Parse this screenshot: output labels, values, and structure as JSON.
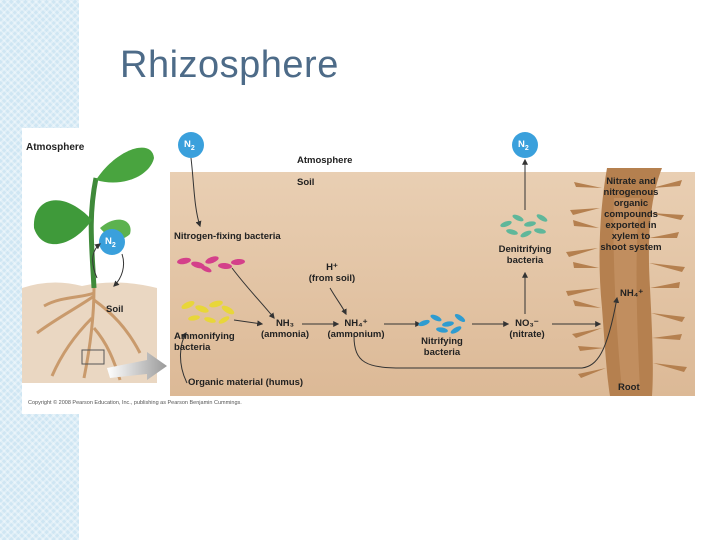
{
  "slide": {
    "title": "Rhizosphere"
  },
  "figure": {
    "small_panel": {
      "atmosphere": "Atmosphere",
      "n2": "N",
      "n2_sub": "2",
      "soil": "Soil"
    },
    "labels": {
      "n2_top": "N",
      "n2_top_sub": "2",
      "n2_right": "N",
      "n2_right_sub": "2",
      "atmosphere": "Atmosphere",
      "soil": "Soil",
      "nitrogen_fixing": "Nitrogen-fixing bacteria",
      "h_plus": "H⁺",
      "from_soil": "(from soil)",
      "ammonifying": "Ammonifying\nbacteria",
      "nh3": "NH₃",
      "ammonia": "(ammonia)",
      "nh4": "NH₄⁺",
      "ammonium": "(ammonium)",
      "nitrifying": "Nitrifying\nbacteria",
      "no3": "NO₃⁻",
      "nitrate": "(nitrate)",
      "denitrifying": "Denitrifying\nbacteria",
      "nitrate_compounds": "Nitrate and\nnitrogenous\norganic\ncompounds\nexported in\nxylem to\nshoot system",
      "nh4_root": "NH₄⁺",
      "organic_material": "Organic material (humus)",
      "root": "Root"
    },
    "copyright": "Copyright © 2008 Pearson Education, Inc., publishing as Pearson Benjamin Cummings.",
    "colors": {
      "soil_bg": "#e2c3a3",
      "sky": "#ffffff",
      "n2_circle": "#3aa0dc",
      "fixing_bacteria": "#d4408a",
      "ammonifying_bacteria": "#e8d63a",
      "nitrifying_bacteria": "#2f9cd0",
      "denitrifying_bacteria": "#5fb79a",
      "root": "#b07a4e"
    }
  }
}
